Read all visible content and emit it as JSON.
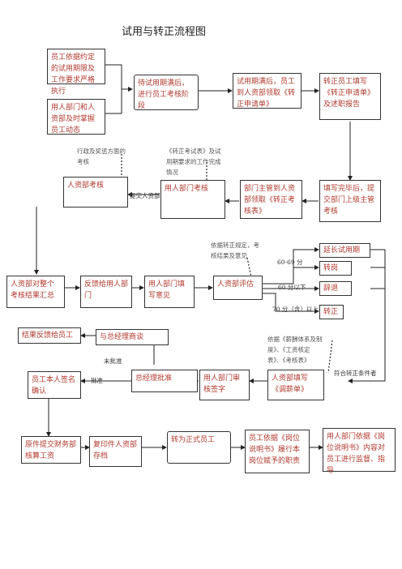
{
  "title": "试用与转正流程图",
  "boxes": {
    "employee_contract": "员工依据约定的试用期限及工作要求严格执行",
    "dept_hr_track": "用人部门和人资部及时掌握员工动态",
    "probation_end": "待试用期满后，进行员工考核阶段",
    "apply_form": "试用期满后，员工到人资部领取《转正申请单》",
    "fill_apply": "转正员工填写《转正申请单》及述职报告",
    "hr_assess": "人资部考核",
    "dept_assess": "用人部门考核",
    "dept_head_get": "部门主管到人资部领取《转正考核表》",
    "submit_manager": "填写完毕后，提交部门上级主管考核",
    "hr_summary": "人资部对整个考核结果汇总",
    "feedback_dept": "反馈给用人部门",
    "dept_opinion": "用人部门填写意见",
    "hr_evaluate": "人资部评估",
    "extend": "延长试用期",
    "transfer": "转岗",
    "dismiss": "辞退",
    "regular": "转正",
    "result_feedback": "结果反馈给员工",
    "gm_talk": "与总经理商谈",
    "employee_sign": "员工本人签名确认",
    "gm_approve": "总经理批准",
    "dept_review": "用人部门审核签字",
    "salary_form": "人资部填写《调薪单》",
    "finance": "原件提交财务部核算工资",
    "archive": "复印件人资部存档",
    "become_regular": "转为正式员工",
    "perform_duty": "员工依据《岗位说明书》履行本岗位赋予的职责",
    "supervise": "用人部门依据《岗位说明书》内容对员工进行监督、指导"
  },
  "notes": {
    "admin_reward": "行政及奖惩方面的考核",
    "test_form": "《转正考试表》及试用期要求的工作完成情况",
    "basis_regular": "依据转正规定，考核结果及意见",
    "basis_salary": "依据《薪酬体系及制度》、《工资核定表》、《考核表》"
  },
  "labels": {
    "submit_hr": "提交人资部",
    "score_60_69": "60-69 分",
    "score_below_60": "60 分以下",
    "score_70_up": "70 分（含）以上",
    "meets_condition": "符合转正条件者",
    "approved": "批准",
    "not_approved": "未批准"
  }
}
